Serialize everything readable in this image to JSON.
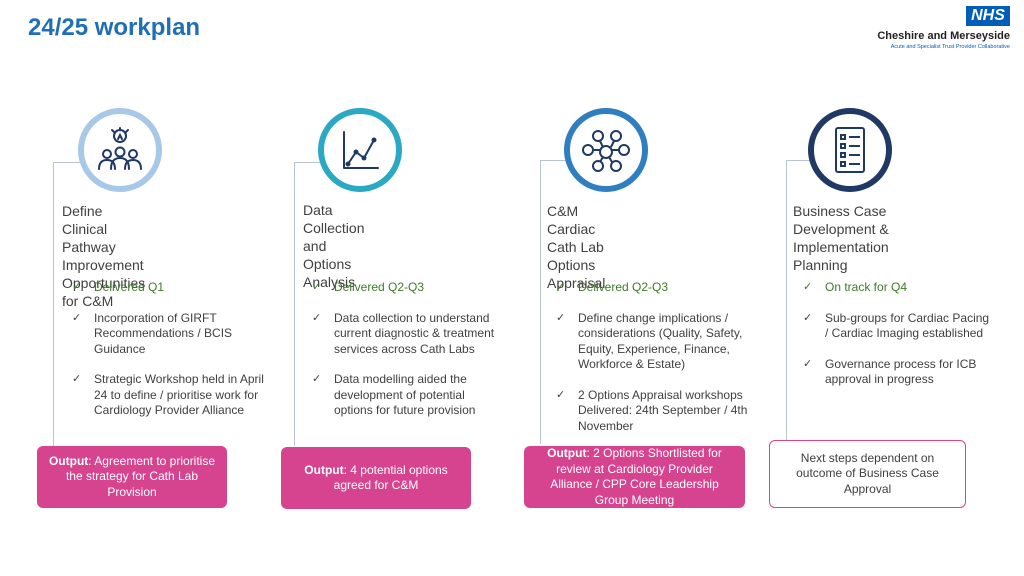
{
  "page": {
    "title": "24/25 workplan"
  },
  "logo": {
    "nhs": "NHS",
    "org_name": "Cheshire and Merseyside",
    "org_sub": "Acute and Specialist Trust Provider Collaborative"
  },
  "colors": {
    "accent": "#d6448f",
    "title": "#1f6fb5",
    "status": "#3d7a26"
  },
  "columns": [
    {
      "icon": "people-lightbulb-icon",
      "heading_lines": [
        "Define Clinical Pathway",
        "Improvement Opportunities",
        "for C&M"
      ],
      "status": "Delivered Q1",
      "items": [
        [
          "Incorporation of GIRFT",
          "Recommendations / BCIS",
          "Guidance"
        ],
        [
          "Strategic Workshop held in April",
          "24 to define / prioritise work for",
          "Cardiology Provider Alliance"
        ]
      ],
      "output_label": "Output",
      "output_text": ": Agreement to prioritise the strategy for Cath Lab Provision"
    },
    {
      "icon": "line-chart-icon",
      "heading_lines": [
        "Data Collection and",
        "Options Analysis"
      ],
      "status": "Delivered Q2-Q3",
      "items": [
        [
          "Data collection to understand",
          "current diagnostic & treatment",
          "services across Cath Labs"
        ],
        [
          "Data modelling aided the",
          "development of potential",
          "options for future provision"
        ]
      ],
      "output_label": "Output",
      "output_text": ": 4 potential options agreed for C&M"
    },
    {
      "icon": "network-icon",
      "heading_lines": [
        "C&M Cardiac Cath Lab",
        "Options Appraisal"
      ],
      "status": "Delivered Q2-Q3",
      "items": [
        [
          "Define change implications /",
          "considerations (Quality, Safety,",
          "Equity, Experience, Finance,",
          "Workforce & Estate)"
        ],
        [
          "2 Options Appraisal workshops",
          "Delivered: 24th September / 4th",
          "November"
        ]
      ],
      "output_label": "Output",
      "output_text": ": 2 Options Shortlisted for review at Cardiology Provider Alliance / CPP Core Leadership Group Meeting"
    },
    {
      "icon": "checklist-icon",
      "heading_lines": [
        "Business Case",
        "Development &",
        "Implementation Planning"
      ],
      "status": "On track for Q4",
      "items": [
        [
          "Sub-groups for Cardiac Pacing",
          "/ Cardiac Imaging established"
        ],
        [
          "Governance process for ICB",
          "approval in progress"
        ]
      ],
      "output_label": "",
      "output_text": "Next steps dependent on outcome of Business Case Approval"
    }
  ]
}
